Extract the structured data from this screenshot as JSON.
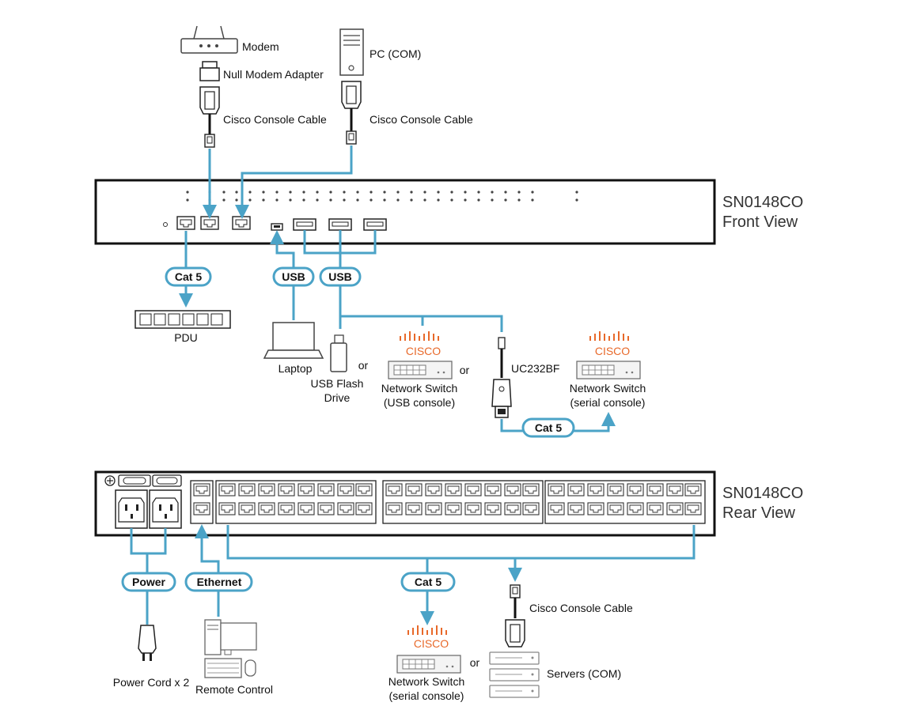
{
  "front": {
    "title_line1": "SN0148CO",
    "title_line2": "Front View"
  },
  "rear": {
    "title_line1": "SN0148CO",
    "title_line2": "Rear View"
  },
  "devices": {
    "modem": "Modem",
    "null_modem": "Null Modem Adapter",
    "cisco_cable_left": "Cisco Console Cable",
    "pc_com": "PC (COM)",
    "cisco_cable_right": "Cisco Console Cable",
    "pdu": "PDU",
    "laptop": "Laptop",
    "usb_flash_line1": "USB Flash",
    "usb_flash_line2": "Drive",
    "switch_usb_line1": "Network Switch",
    "switch_usb_line2": "(USB console)",
    "uc232bf": "UC232BF",
    "switch_serial_line1": "Network Switch",
    "switch_serial_line2": "(serial console)",
    "power_cord": "Power Cord x 2",
    "remote_control": "Remote Control",
    "cisco_cable_rear": "Cisco Console Cable",
    "servers": "Servers (COM)",
    "switch_rear_line1": "Network Switch",
    "switch_rear_line2": "(serial console)"
  },
  "brand": {
    "cisco": "CISCO"
  },
  "connectors": {
    "cat5_front": "Cat 5",
    "usb_left": "USB",
    "usb_right": "USB",
    "cat5_uc": "Cat 5",
    "power": "Power",
    "ethernet": "Ethernet",
    "cat5_rear": "Cat 5"
  },
  "words": {
    "or1": "or",
    "or2": "or",
    "or3": "or"
  },
  "colors": {
    "cable": "#4ba3c7",
    "brand": "#e8692a"
  }
}
